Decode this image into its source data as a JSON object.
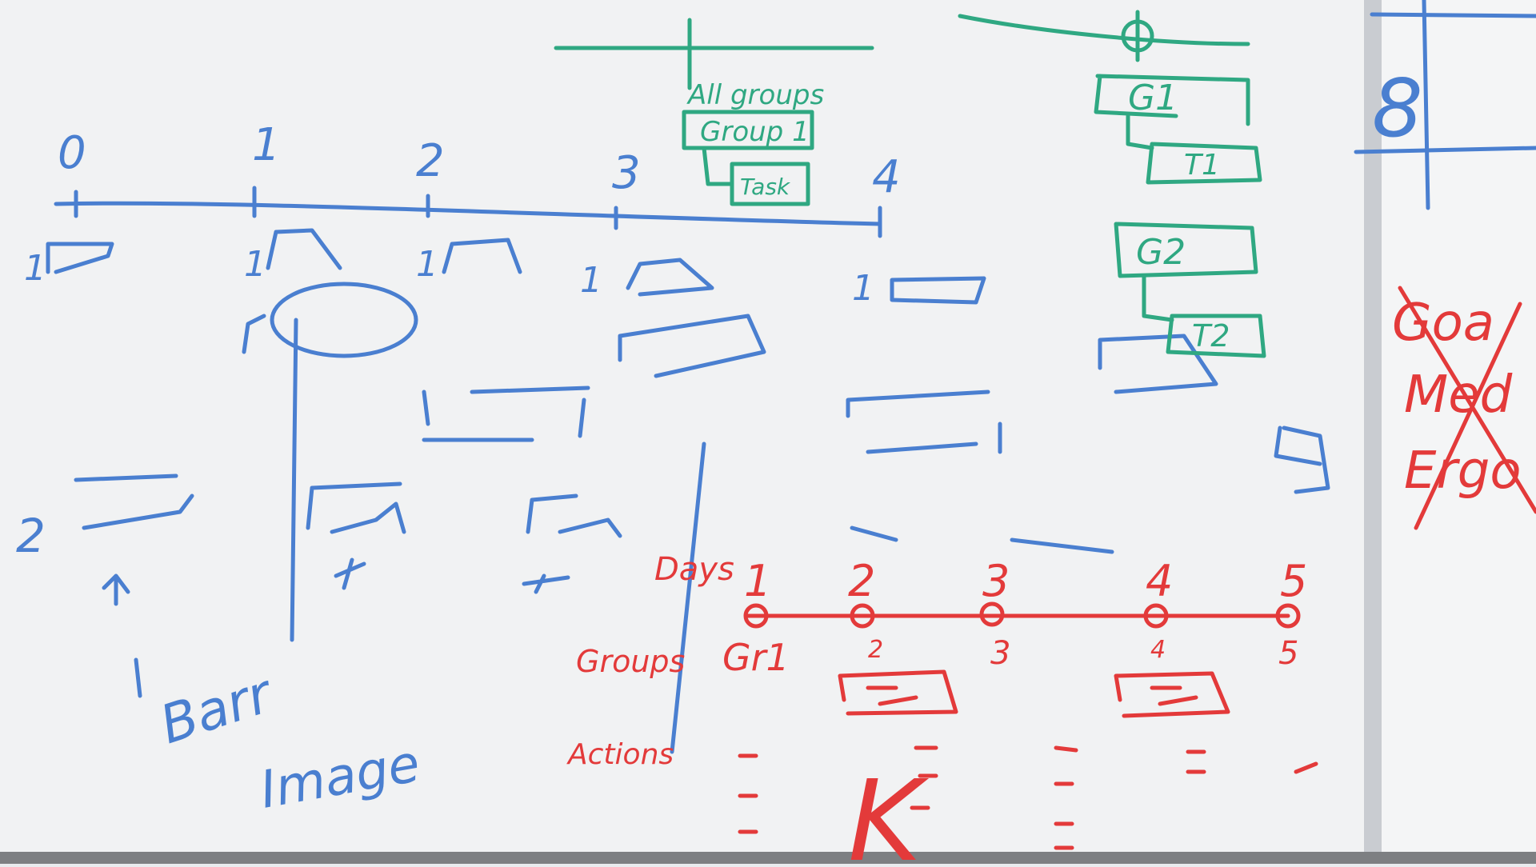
{
  "colors": {
    "board": "#f1f2f3",
    "frame": "#d4d6da",
    "blue_marker": "#4a7fd0",
    "green_marker": "#2fa882",
    "red_marker": "#e33a3a",
    "floor": "#7d7f82"
  },
  "blue_timeline": {
    "ticks": [
      "0",
      "1",
      "2",
      "3",
      "4"
    ],
    "row_numbers": [
      "1",
      "1",
      "1",
      "1",
      "1"
    ],
    "second_row_number": "2",
    "arrow_label": "1",
    "notes": [
      "Barr",
      "Image"
    ]
  },
  "green_tree_left": {
    "header": "All groups",
    "group": "Group 1",
    "task": "Task"
  },
  "green_tree_right": {
    "group1": "G1",
    "task1": "T1",
    "group2": "G2",
    "task2": "T2"
  },
  "red_timeline": {
    "label_days": "Days",
    "ticks": [
      "1",
      "2",
      "3",
      "4",
      "5"
    ],
    "label_groups": "Groups",
    "group_values": [
      "Gr1",
      "2",
      "3",
      "4",
      "5"
    ],
    "label_actions": "Actions",
    "big_letter": "K"
  },
  "side_panel": {
    "number": "8",
    "crossed_words": [
      "Goa",
      "Med",
      "Ergo"
    ]
  }
}
